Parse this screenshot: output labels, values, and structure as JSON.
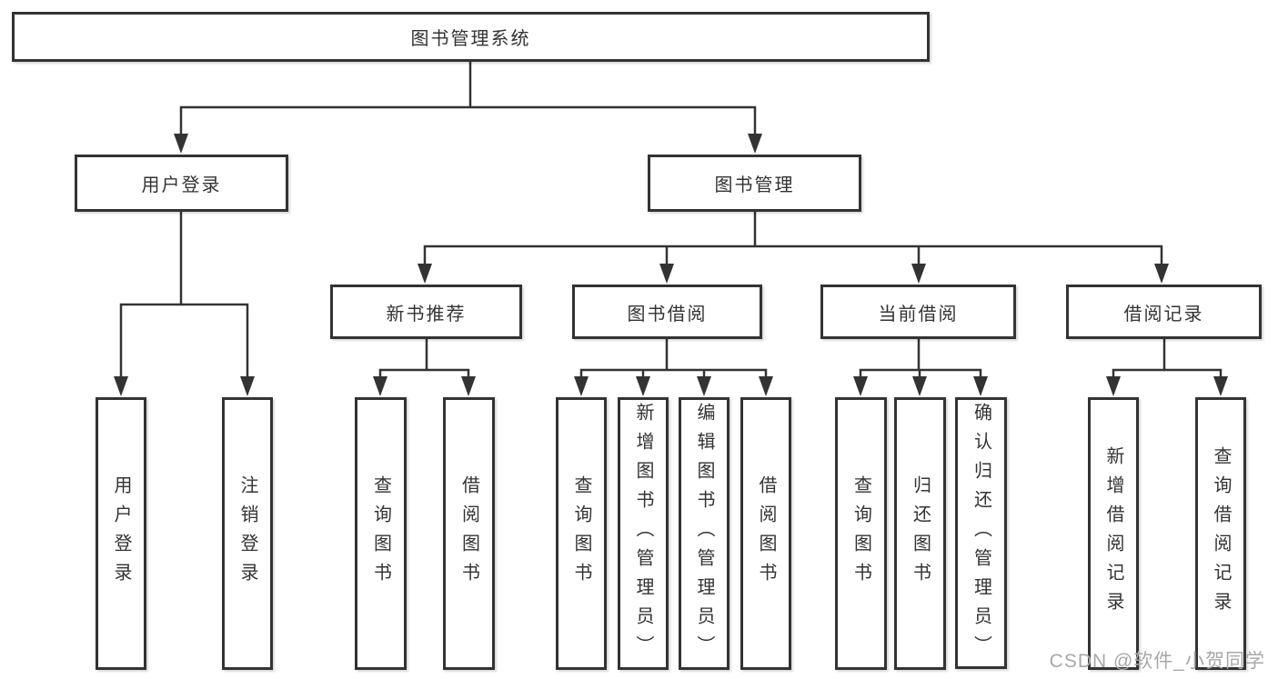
{
  "diagram": {
    "root": {
      "label": "图书管理系统"
    },
    "level2": [
      {
        "label": "用户登录"
      },
      {
        "label": "图书管理"
      }
    ],
    "level3": [
      {
        "label": "新书推荐"
      },
      {
        "label": "图书借阅"
      },
      {
        "label": "当前借阅"
      },
      {
        "label": "借阅记录"
      }
    ],
    "leaves": {
      "user_login": [
        {
          "label": "用户登录"
        },
        {
          "label": "注销登录"
        }
      ],
      "new_book": [
        {
          "label": "查询图书"
        },
        {
          "label": "借阅图书"
        }
      ],
      "borrow": [
        {
          "label": "查询图书"
        },
        {
          "label": "新增图书（管理员）"
        },
        {
          "label": "编辑图书（管理员）"
        },
        {
          "label": "借阅图书"
        }
      ],
      "current": [
        {
          "label": "查询图书"
        },
        {
          "label": "归还图书"
        },
        {
          "label": "确认归还（管理员）"
        }
      ],
      "records": [
        {
          "label": "新增借阅记录"
        },
        {
          "label": "查询借阅记录"
        }
      ]
    },
    "watermark": "CSDN @软件_小贺同学",
    "colors": {
      "line": "#333333",
      "box_border": "#333333",
      "text": "#333333",
      "watermark": "#a8a8a8",
      "background": "#ffffff"
    }
  }
}
